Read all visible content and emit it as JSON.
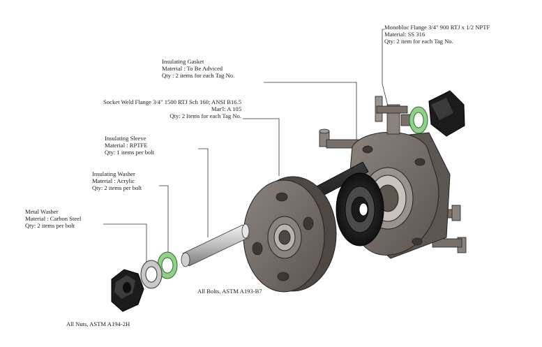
{
  "labels": {
    "monobloc": {
      "line1": "Monobloc Flange 3/4\" 900 RTJ x 1/2 NPTF",
      "line2": "Material: SS 316",
      "line3": "Qty: 2 item for each Tag No."
    },
    "gasket": {
      "line1": "Insulating Gasket",
      "line2": "Material : To Be Adviced",
      "line3": "Qty  : 2 items for each Tag No."
    },
    "socket": {
      "line1": "Socket Weld Flange 3/4\" 1500 RTJ Sch 160; ANSI B16.5",
      "line2": "Mar'l: A 105",
      "line3": "Qty: 2 Items for each Tag No."
    },
    "sleeve": {
      "line1": "Insulating Sleeve",
      "line2": "Material :  RPTFE",
      "line3": "Qty: 1 items per bolt"
    },
    "ins_washer": {
      "line1": "Insulating Washer",
      "line2": "Material : Acrylic",
      "line3": "Qty: 2 items per bolt"
    },
    "metal_washer": {
      "line1": "Metal Washer",
      "line2": "Material : Carbon Steel",
      "line3": "Qty: 2 items per bolt"
    },
    "bolts": "All Bolts, ASTM A193-B7",
    "nuts": "All Nuts, ASTM A194-2H"
  },
  "colors": {
    "flange": "#6f6863",
    "flange_light": "#8a837d",
    "flange_dark": "#4e4844",
    "black": "#1b1b1b",
    "green": "#8fd18a",
    "green_dark": "#3f8a3a",
    "steel_light": "#d9d9d9",
    "leader": "#333333"
  }
}
